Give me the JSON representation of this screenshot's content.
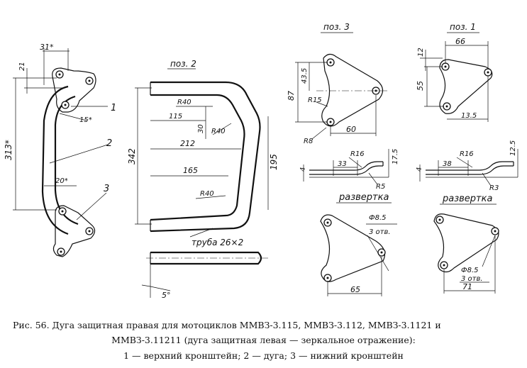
{
  "drawing": {
    "pos1": {
      "label": "поз. 1",
      "dims": {
        "width": "66",
        "height_top": "12",
        "height_left": "55",
        "bottom": "13.5"
      }
    },
    "pos2": {
      "label": "поз. 2",
      "dims": {
        "r40_top": "R40",
        "d115": "115",
        "d30": "30",
        "r40_mid": "R40",
        "d212": "212",
        "d342": "342",
        "d195": "195",
        "d165": "165",
        "r40_bottom": "R40",
        "tube": "труба 26×2",
        "angle": "5°"
      }
    },
    "pos3": {
      "label": "поз. 3",
      "dims": {
        "d87": "87",
        "d43_5": "43.5",
        "r15": "R15",
        "r8": "R8",
        "d60": "60"
      }
    },
    "assembly": {
      "dims": {
        "d31": "31*",
        "d21": "21",
        "d313": "313*",
        "d15": "15*",
        "d20": "20*"
      },
      "callouts": {
        "c1": "1",
        "c2": "2",
        "c3": "3"
      }
    },
    "development_left": {
      "title": "развертка",
      "dims": {
        "d4": "4",
        "d33": "33",
        "r16": "R16",
        "r5": "R5",
        "d17_5": "17.5"
      }
    },
    "development_right": {
      "title": "развертка",
      "dims": {
        "d4": "4",
        "d38": "38",
        "r16": "R16",
        "r3": "R3",
        "d12_5": "12.5"
      }
    },
    "blank_left": {
      "dims": {
        "hole": "Ф8.5",
        "holes": "3 отв.",
        "d65": "65"
      }
    },
    "blank_right": {
      "dims": {
        "hole": "Ф8.5",
        "holes": "3 отв.",
        "d71": "71"
      }
    }
  },
  "caption": {
    "line1": "Рис. 56. Дуга защитная правая для мотоциклов ММВЗ-3.115, ММВЗ-3.112, ММВЗ-3.1121 и",
    "line2": "ММВЗ-3.11211 (дуга защитная левая — зеркальное отражение):",
    "line3": "1 — верхний кронштейн; 2 — дуга; 3 — нижний кронштейн"
  }
}
